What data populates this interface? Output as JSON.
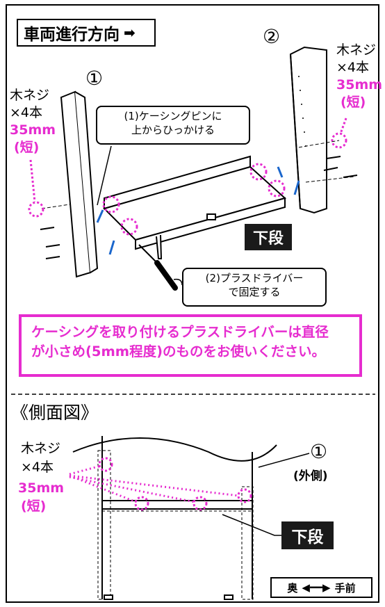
{
  "header": {
    "direction_label": "車両進行方向",
    "arrow_icon": "black-arrow-icon"
  },
  "top_diagram": {
    "part1_number": "①",
    "part2_number": "②",
    "left_screw": {
      "name": "木ネジ",
      "qty": "×4本",
      "size": "35mm",
      "type": "(短)"
    },
    "right_screw": {
      "name": "木ネジ",
      "qty": "×4本",
      "size": "35mm",
      "type": "(短)"
    },
    "step1": {
      "line1": "(1)ケーシングピンに",
      "line2": "上からひっかける"
    },
    "step2": {
      "line1": "(2)プラスドライバー",
      "line2": "で固定する"
    },
    "lower_label": "下段"
  },
  "notice": {
    "line1": "ケーシングを取り付けるプラスドライバーは直径",
    "line2": "が小さめ(5mm程度)のものをお使いください。",
    "color": "#e62ccf"
  },
  "side_view": {
    "title": "《側面図》",
    "screw": {
      "name": "木ネジ",
      "qty": "×4本",
      "size": "35mm",
      "type": "(短)"
    },
    "part_number": "①",
    "part_note": "(外側)",
    "lower_label": "下段",
    "legend": {
      "back": "奥",
      "front": "手前"
    }
  }
}
